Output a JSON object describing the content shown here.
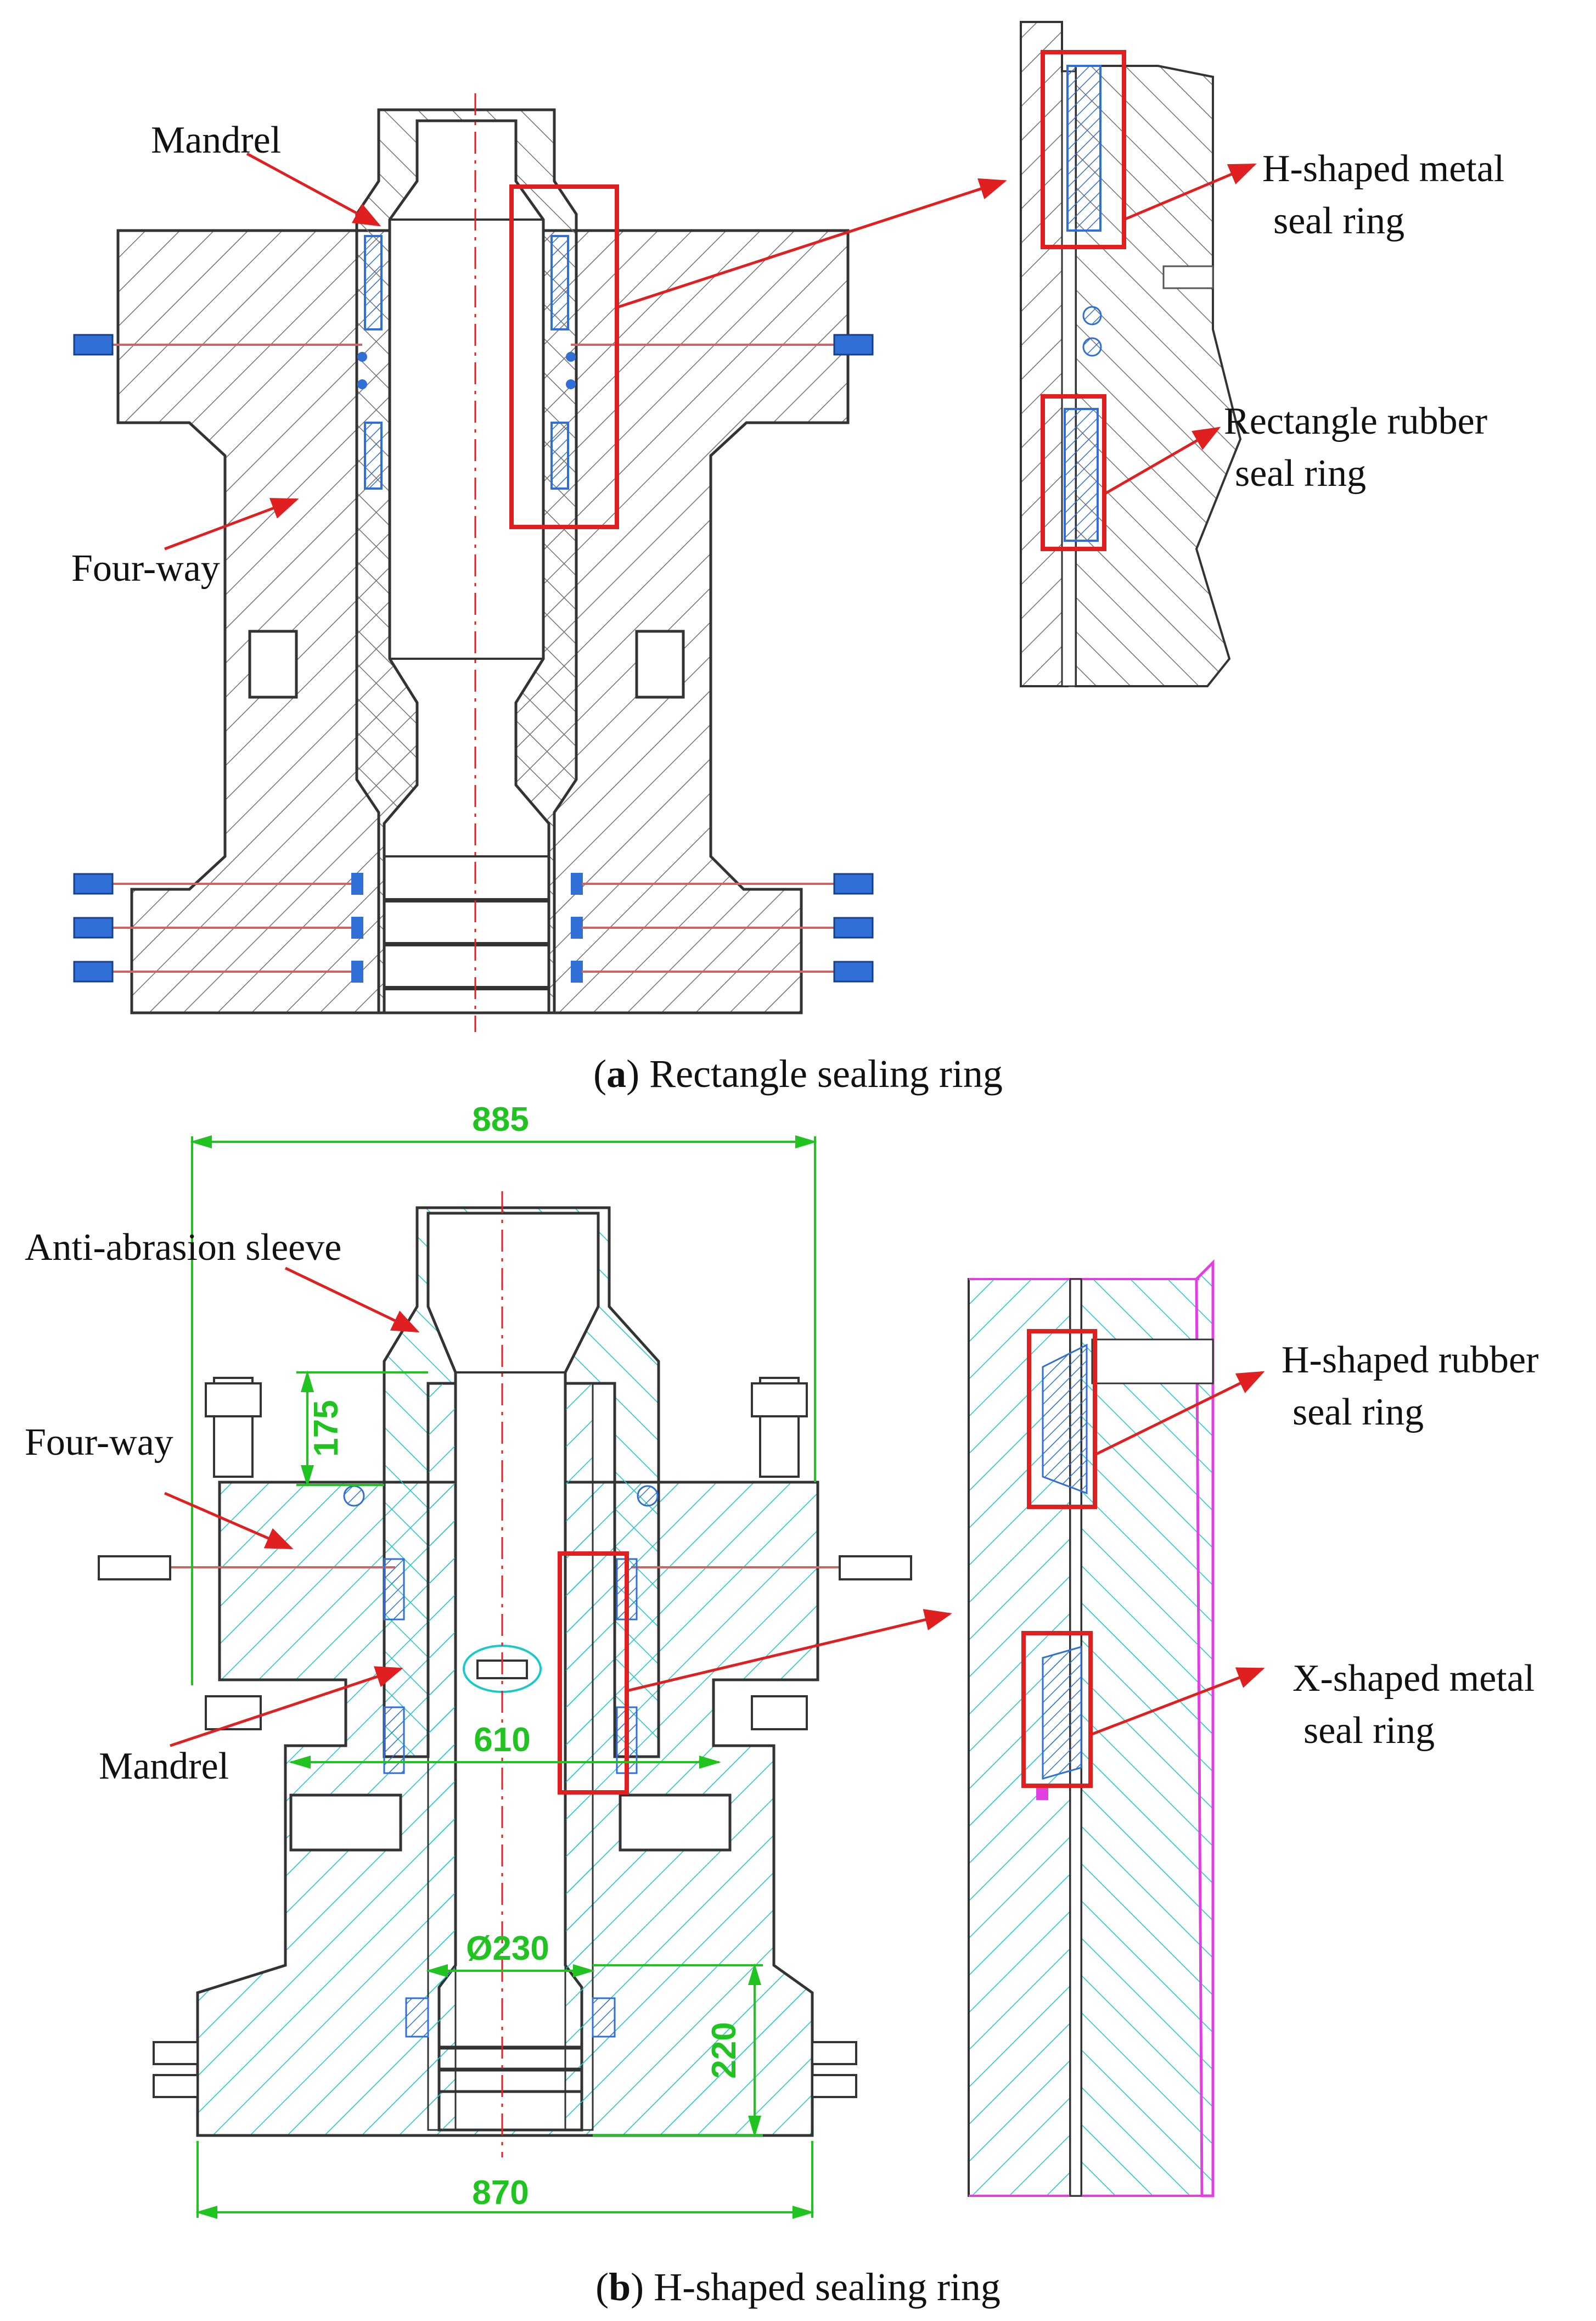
{
  "panel_a": {
    "labels": {
      "mandrel": "Mandrel",
      "four_way": "Four-way",
      "h_metal_line1": "H-shaped metal",
      "h_metal_line2": "seal ring",
      "rect_rubber_line1": "Rectangle rubber",
      "rect_rubber_line2": "seal ring"
    },
    "caption": {
      "letter": "a",
      "text": " Rectangle sealing ring"
    }
  },
  "panel_b": {
    "labels": {
      "sleeve": "Anti-abrasion sleeve",
      "four_way": "Four-way",
      "mandrel": "Mandrel",
      "h_rubber_line1": "H-shaped rubber",
      "h_rubber_line2": "seal ring",
      "x_metal_line1": "X-shaped metal",
      "x_metal_line2": "seal ring"
    },
    "dimensions": {
      "width_top": "885",
      "sleeve_height": "175",
      "inner_width": "610",
      "bore_dia": "Ø230",
      "lower_height": "220",
      "width_bottom": "870"
    },
    "caption": {
      "letter": "b",
      "text": " H-shaped sealing ring"
    }
  },
  "colors": {
    "highlight_box": "#e02020",
    "arrow": "#e02020",
    "hatch_a": "#707070",
    "hatch_b": "#19c9c9",
    "dimension": "#21c321",
    "seal": "#2f6fd6",
    "detail_border_b": "#e040e0"
  }
}
